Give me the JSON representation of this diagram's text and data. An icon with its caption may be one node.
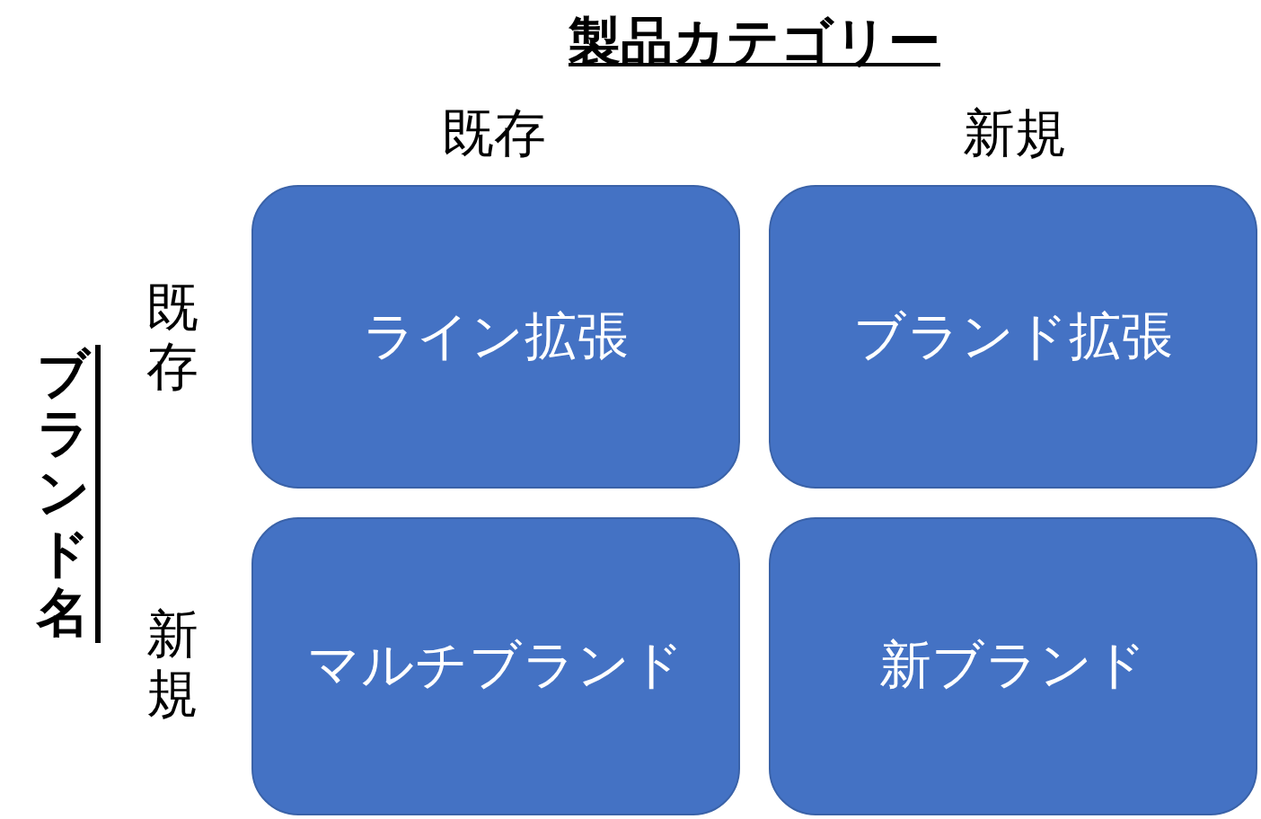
{
  "diagram": {
    "title": "製品カテゴリー",
    "nodes": [
      {
        "text": [
          "ライン拡張"
        ]
      },
      {
        "text": [
          "ブランド拡張"
        ]
      },
      {
        "text": [
          "マルチブランド"
        ]
      },
      {
        "text": [
          "新ブランド"
        ]
      }
    ],
    "labels": [
      "既存",
      "新規",
      "ブランド名",
      "既存",
      "新規"
    ]
  }
}
